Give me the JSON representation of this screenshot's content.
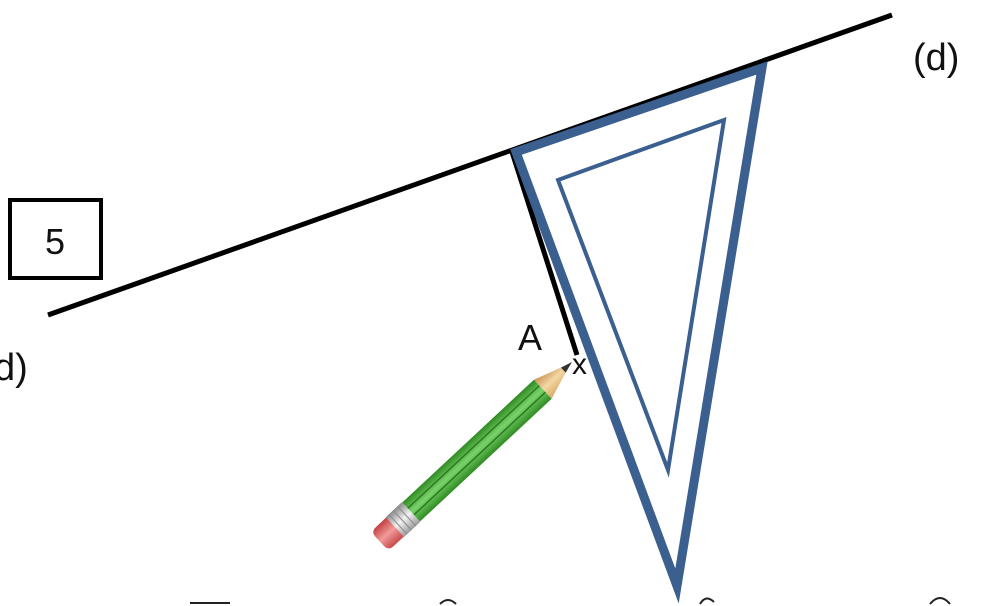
{
  "step_number": "5",
  "line_label_right": "(d)",
  "line_label_left": "d)",
  "point_label": "A",
  "point_mark": "x",
  "colors": {
    "line": "#000000",
    "set_square": "#3b5f8f",
    "pencil_body": "#4cae3c",
    "pencil_eraser": "#e06060",
    "pencil_wood": "#e8c58e"
  }
}
